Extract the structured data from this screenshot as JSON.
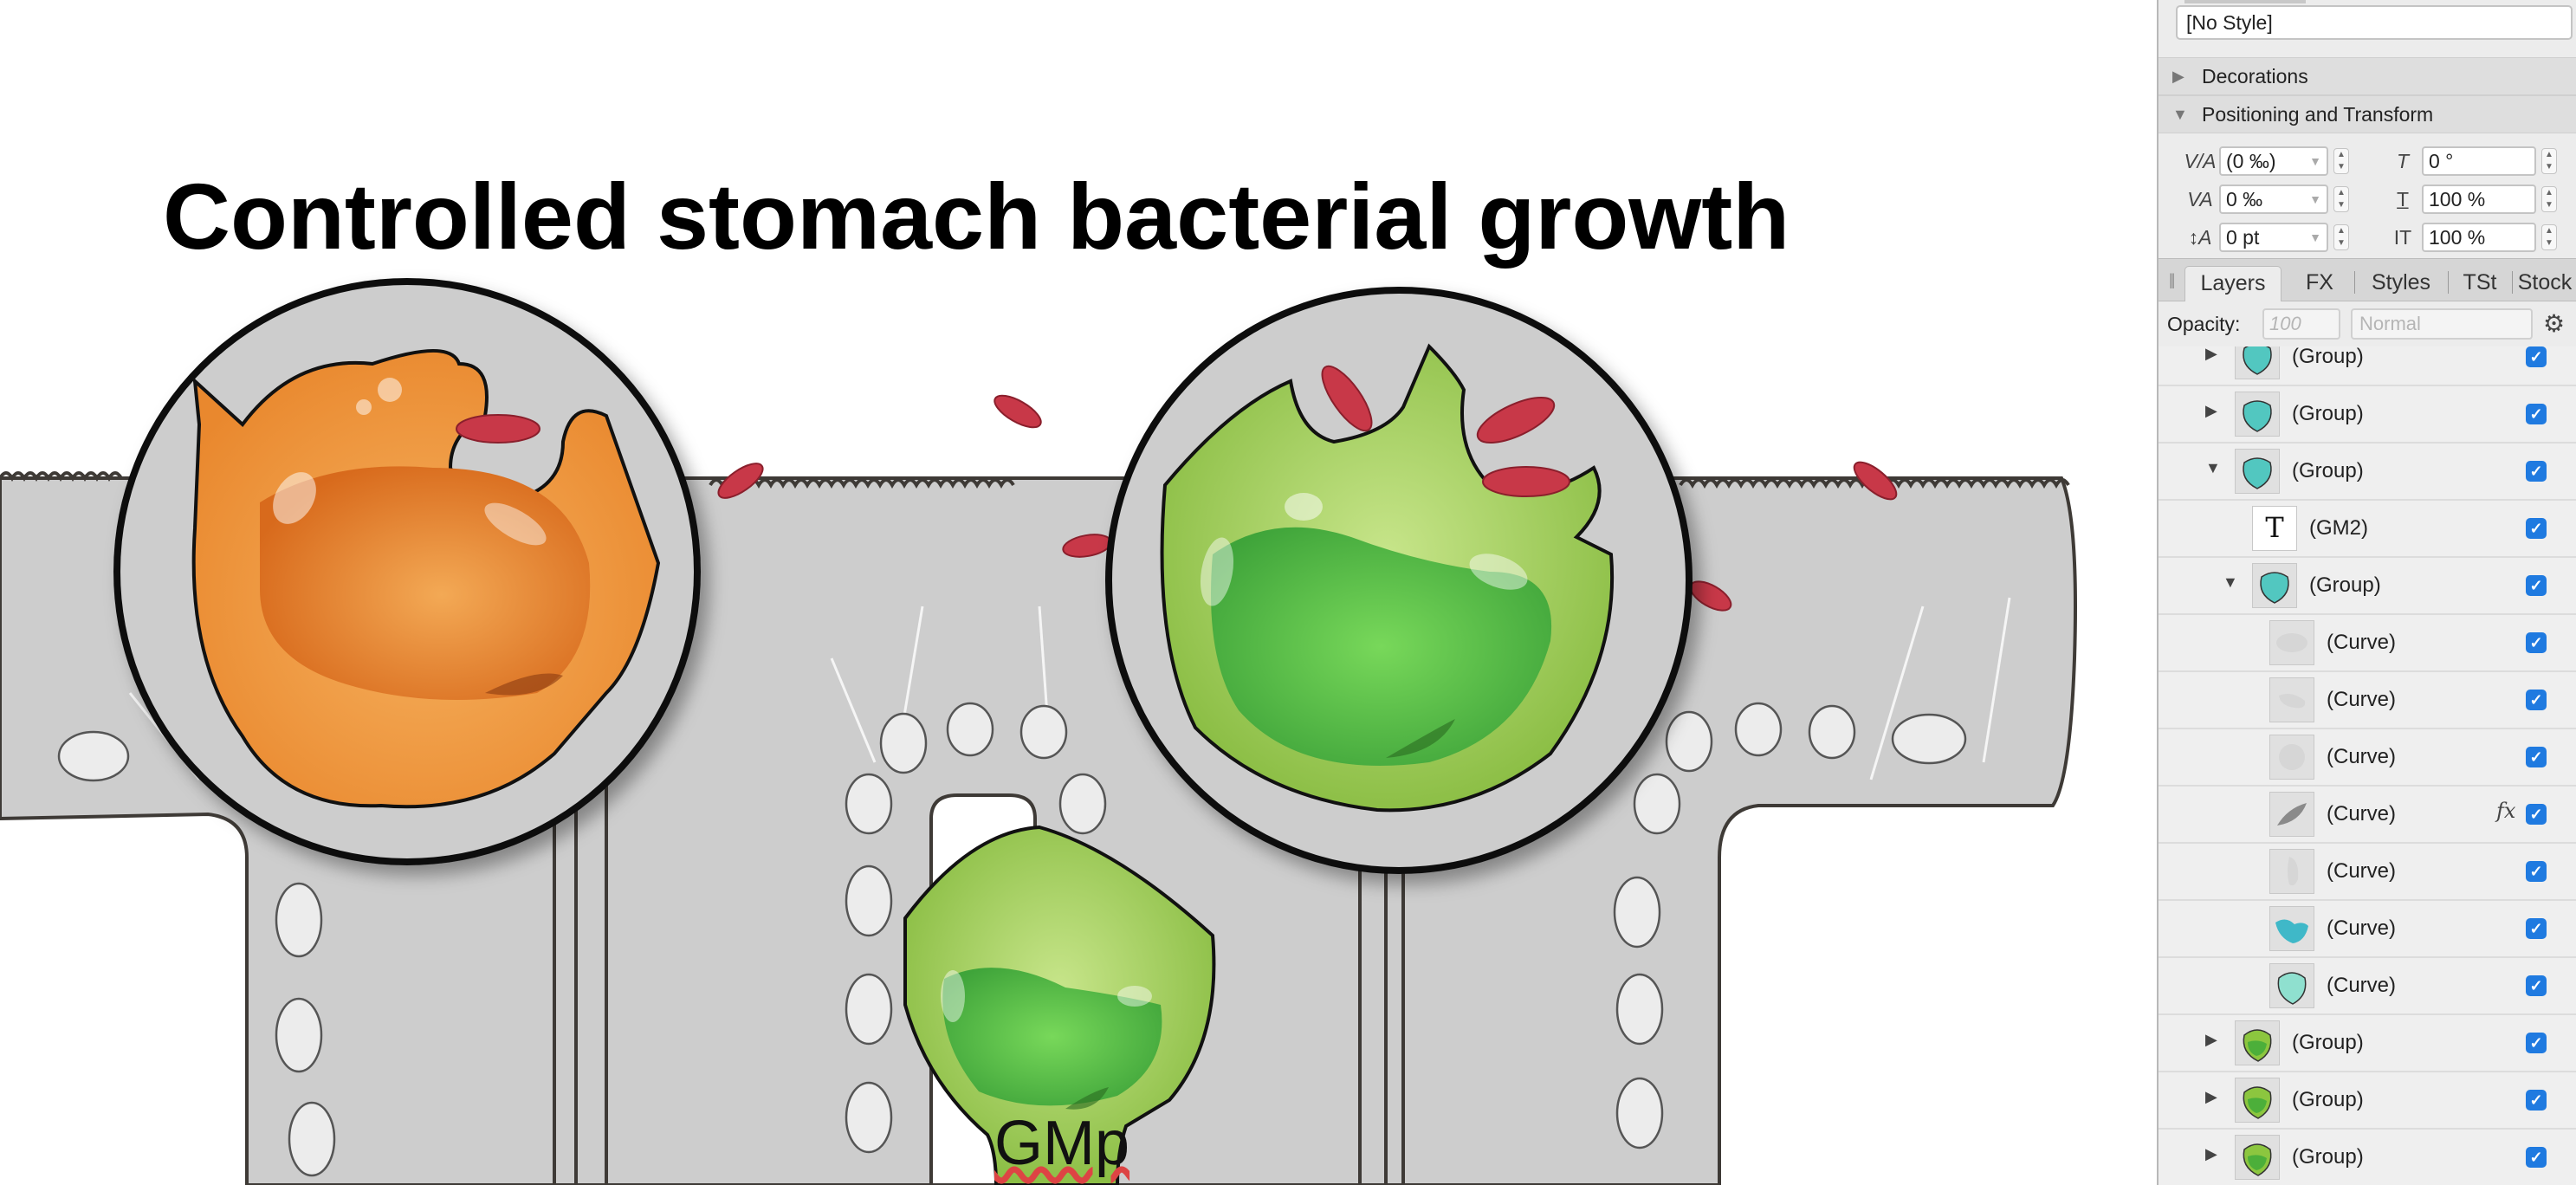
{
  "canvas": {
    "title": "Controlled stomach bacterial growth",
    "gm_label": "GMp"
  },
  "panel": {
    "style_field": "[No Style]",
    "sections": {
      "decorations": "Decorations",
      "positioning": "Positioning and Transform"
    },
    "controls": {
      "tracking": "(0 ‰)",
      "kerning": "0 ‰",
      "baseline": "0 pt",
      "rotation": "0 °",
      "hscale": "100 %",
      "vscale": "100 %"
    },
    "tabs": [
      "Layers",
      "FX",
      "Styles",
      "TSt",
      "Stock"
    ],
    "opacity_label": "Opacity:",
    "opacity_value": "100",
    "blend_mode": "Normal",
    "layers": [
      {
        "name": "(Group)",
        "indent": 0,
        "exp": "▶",
        "thumb": "teal",
        "fx": false
      },
      {
        "name": "(Group)",
        "indent": 0,
        "exp": "▶",
        "thumb": "teal",
        "fx": false
      },
      {
        "name": "(Group)",
        "indent": 0,
        "exp": "▼",
        "thumb": "teal",
        "fx": false
      },
      {
        "name": "(GM2)",
        "indent": 1,
        "exp": "",
        "thumb": "text",
        "fx": false
      },
      {
        "name": "(Group)",
        "indent": 1,
        "exp": "▼",
        "thumb": "teal",
        "fx": false
      },
      {
        "name": "(Curve)",
        "indent": 2,
        "exp": "",
        "thumb": "oval",
        "fx": false
      },
      {
        "name": "(Curve)",
        "indent": 2,
        "exp": "",
        "thumb": "blob",
        "fx": false
      },
      {
        "name": "(Curve)",
        "indent": 2,
        "exp": "",
        "thumb": "round",
        "fx": false
      },
      {
        "name": "(Curve)",
        "indent": 2,
        "exp": "",
        "thumb": "shadow",
        "fx": true
      },
      {
        "name": "(Curve)",
        "indent": 2,
        "exp": "",
        "thumb": "sliver",
        "fx": false
      },
      {
        "name": "(Curve)",
        "indent": 2,
        "exp": "",
        "thumb": "tealblob",
        "fx": false
      },
      {
        "name": "(Curve)",
        "indent": 2,
        "exp": "",
        "thumb": "tealcell",
        "fx": false
      },
      {
        "name": "(Group)",
        "indent": 0,
        "exp": "▶",
        "thumb": "green",
        "fx": false
      },
      {
        "name": "(Group)",
        "indent": 0,
        "exp": "▶",
        "thumb": "green",
        "fx": false
      },
      {
        "name": "(Group)",
        "indent": 0,
        "exp": "▶",
        "thumb": "green",
        "fx": false
      }
    ],
    "fx_symbol": "fx",
    "check_symbol": "✓"
  }
}
